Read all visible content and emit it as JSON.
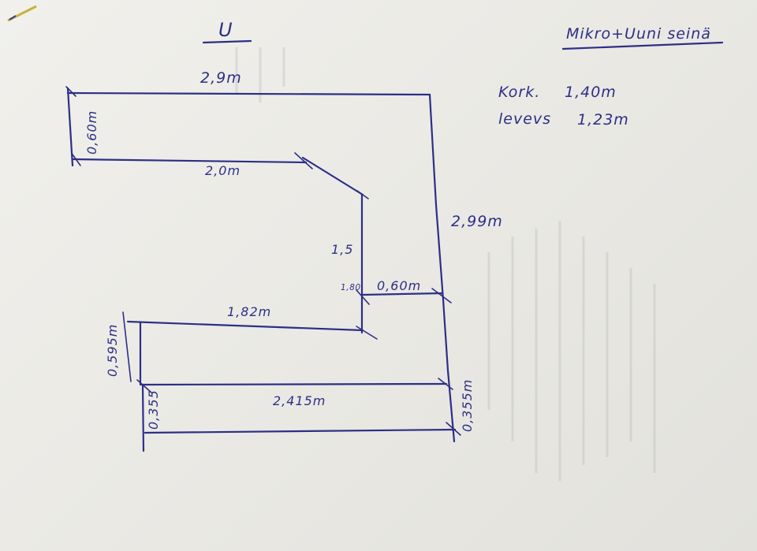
{
  "title": "U",
  "wall_title": "Mikro+Uuni seinä",
  "specs": [
    {
      "label": "Kork.",
      "value": "1,40m"
    },
    {
      "label": "levevs",
      "value": "1,23m"
    }
  ],
  "dimensions": {
    "top": "2,9m",
    "left_height": "0,60m",
    "inner_top": "2,0m",
    "right": "2,99m",
    "inner_vertical": "1,5",
    "inner_vertical_scribble": "1,80",
    "inner_horizontal": "0,60m",
    "lower_inner": "1,82m",
    "lower_left": "0,595m",
    "bottom": "2,415m",
    "bottom_left": "0,355",
    "bottom_right": "0,355m"
  },
  "colors": {
    "ink": "#2d2f86",
    "paper": "#eceae5"
  }
}
